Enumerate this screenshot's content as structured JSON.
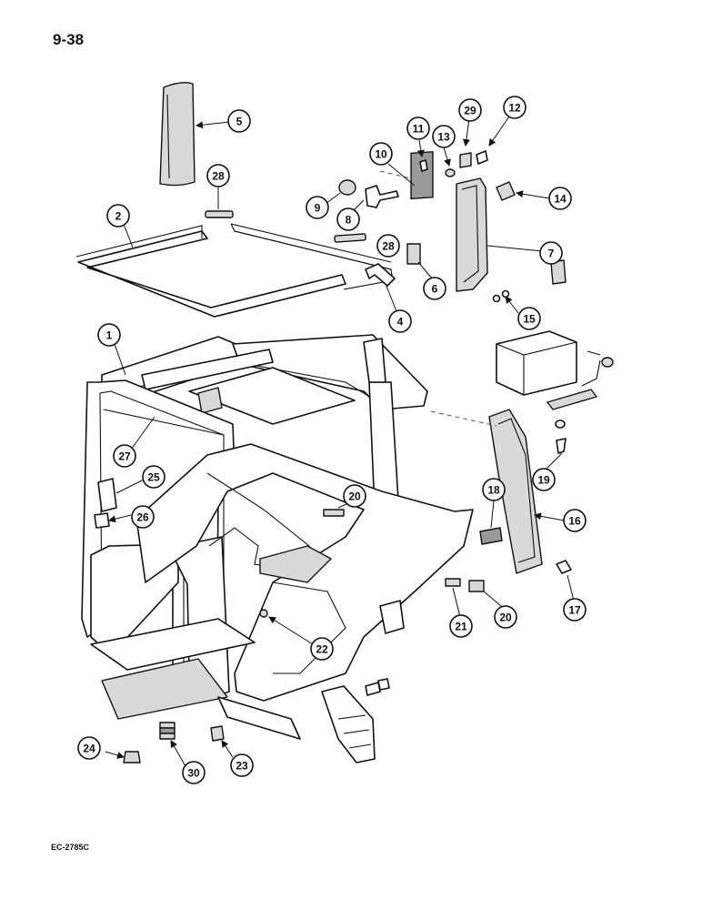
{
  "page_number": "9-38",
  "figure_code": "EC-2785C",
  "callouts": [
    "1",
    "2",
    "4",
    "5",
    "6",
    "7",
    "8",
    "9",
    "10",
    "11",
    "12",
    "13",
    "14",
    "15",
    "16",
    "17",
    "18",
    "19",
    "20",
    "20",
    "21",
    "22",
    "23",
    "24",
    "25",
    "26",
    "27",
    "28",
    "28",
    "29",
    "30"
  ]
}
